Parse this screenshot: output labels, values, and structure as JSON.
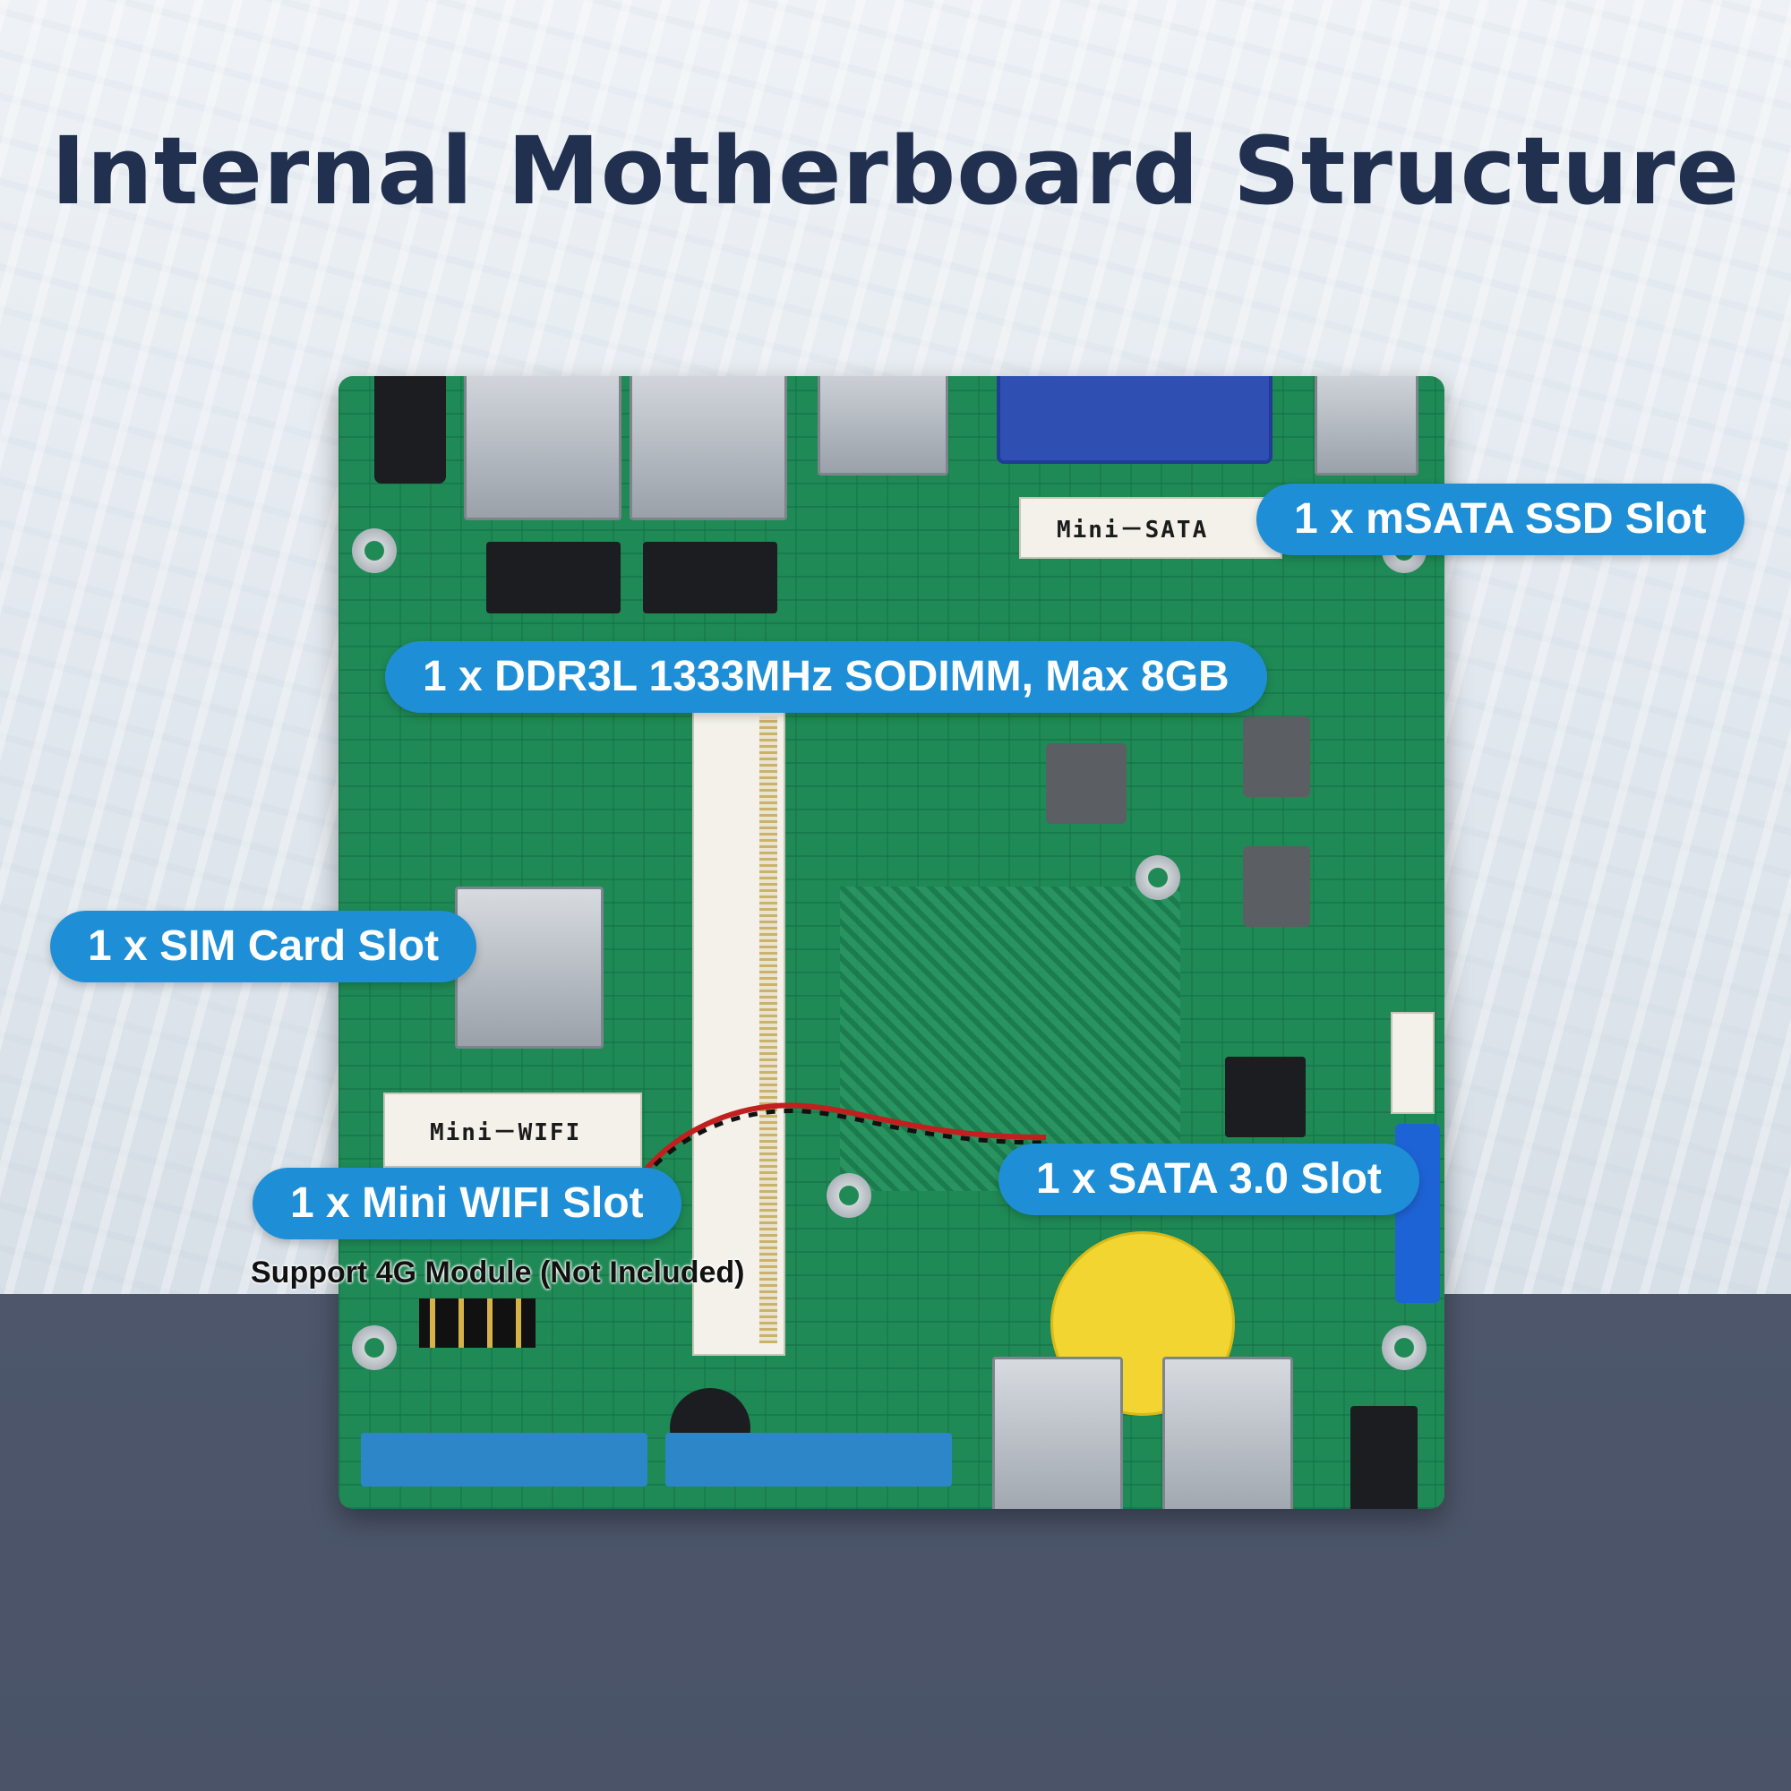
{
  "title": "Internal Motherboard Structure",
  "labels": {
    "msata": "1 x mSATA SSD Slot",
    "ddr": "1 x DDR3L 1333MHz SODIMM, Max 8GB",
    "sim": "1 x SIM Card Slot",
    "wifi": "1 x Mini WIFI Slot",
    "wifi_note": "Support 4G Module (Not Included)",
    "sata": "1 x SATA 3.0 Slot"
  },
  "board_text": {
    "mini_sata": "Mini－SATA",
    "mini_wifi": "Mini－WIFI"
  },
  "colors": {
    "pill": "#1e8fd6",
    "title": "#22304f",
    "board": "#1f8a55",
    "bottom_bg": "#4d566b"
  }
}
